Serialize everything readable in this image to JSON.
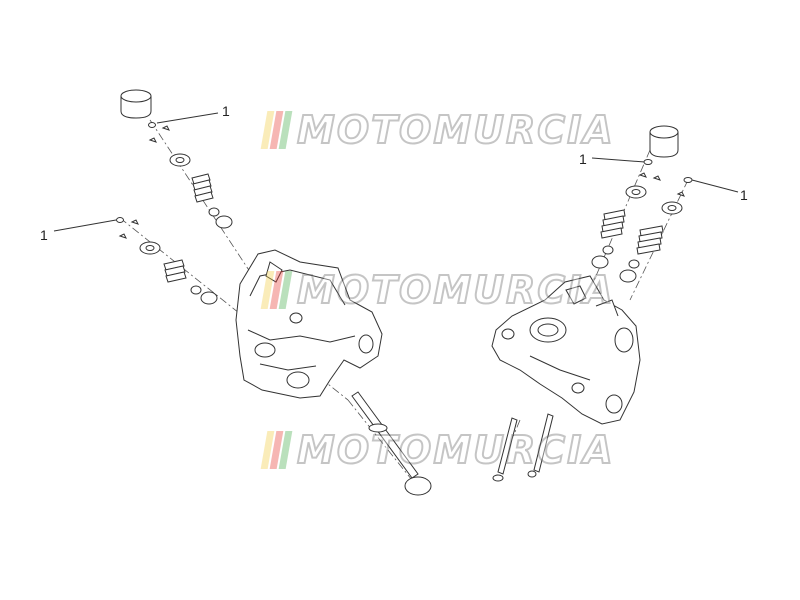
{
  "callouts": [
    {
      "id": "top-left",
      "label": "1"
    },
    {
      "id": "mid-left",
      "label": "1"
    },
    {
      "id": "top-right-a",
      "label": "1"
    },
    {
      "id": "top-right-b",
      "label": "1"
    }
  ],
  "watermark": {
    "text": "MOTOMURCIA",
    "stripe_colors": [
      "#f2cf4a",
      "#e8423a",
      "#4caf50"
    ]
  },
  "line_color": "#333333",
  "part_fill": "#ffffff"
}
